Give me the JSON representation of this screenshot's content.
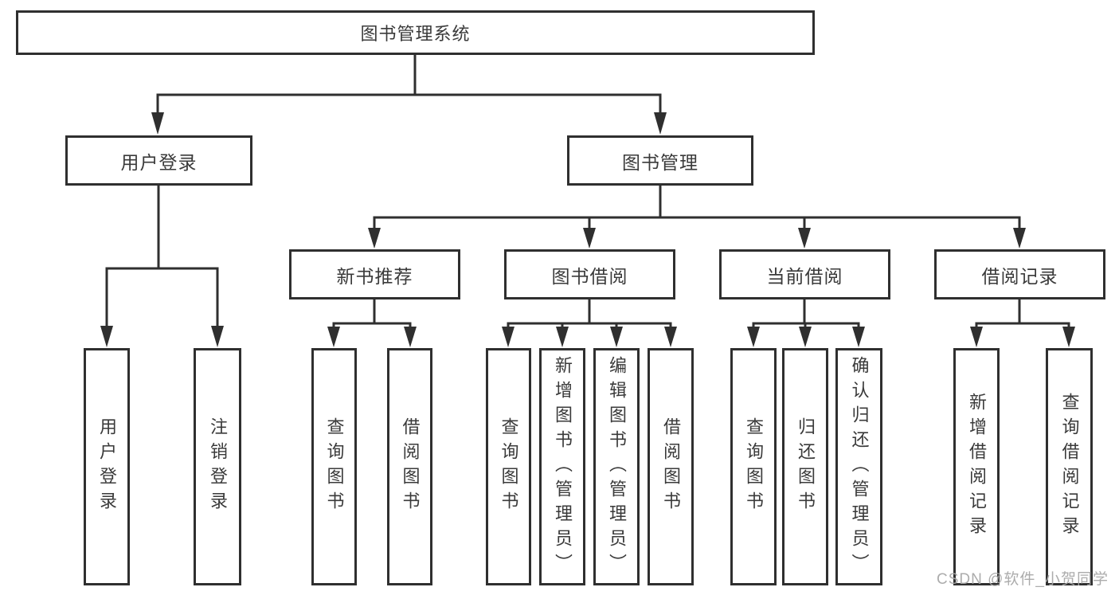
{
  "diagram": {
    "root": {
      "label": "图书管理系统",
      "children": [
        {
          "label": "用户登录",
          "children": [
            {
              "label": "用户登录"
            },
            {
              "label": "注销登录"
            }
          ]
        },
        {
          "label": "图书管理",
          "children": [
            {
              "label": "新书推荐",
              "children": [
                {
                  "label": "查询图书"
                },
                {
                  "label": "借阅图书"
                }
              ]
            },
            {
              "label": "图书借阅",
              "children": [
                {
                  "label": "查询图书"
                },
                {
                  "label": "新增图书（管理员）"
                },
                {
                  "label": "编辑图书（管理员）"
                },
                {
                  "label": "借阅图书"
                }
              ]
            },
            {
              "label": "当前借阅",
              "children": [
                {
                  "label": "查询图书"
                },
                {
                  "label": "归还图书"
                },
                {
                  "label": "确认归还（管理员）"
                }
              ]
            },
            {
              "label": "借阅记录",
              "children": [
                {
                  "label": "新增借阅记录"
                },
                {
                  "label": "查询借阅记录"
                }
              ]
            }
          ]
        }
      ]
    }
  },
  "watermark": {
    "text": "CSDN @软件_小贺同学"
  },
  "colors": {
    "line": "#2f2f2f",
    "text": "#3a3a3a",
    "background": "#ffffff",
    "watermark": "#a8a8a8"
  }
}
